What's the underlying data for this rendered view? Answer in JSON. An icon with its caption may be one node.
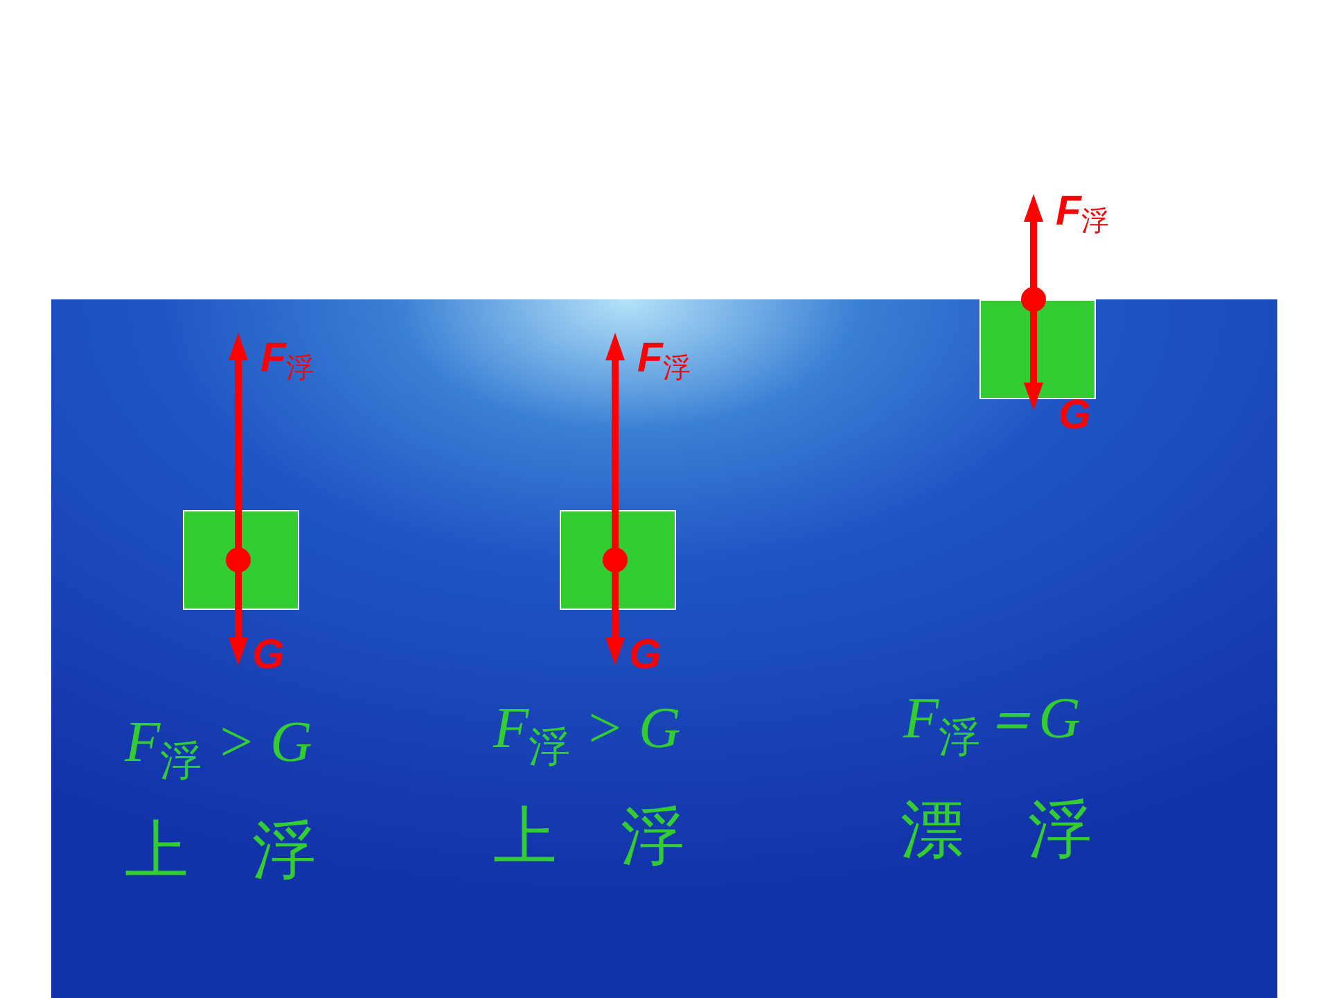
{
  "diagram": {
    "nodes": [
      {
        "text": [],
        "shape": "box"
      },
      {
        "text": [],
        "shape": "box"
      },
      {
        "text": [],
        "shape": "box"
      }
    ],
    "labels": [
      "F$_{浮}$",
      "G",
      "F$_{浮}$ > G",
      "上　浮",
      "F$_{浮}$",
      "G",
      "F$_{浮}$ > G",
      "上　浮",
      "F$_{浮}$",
      "G",
      "F$_{浮}$＝G",
      "漂　浮"
    ]
  }
}
